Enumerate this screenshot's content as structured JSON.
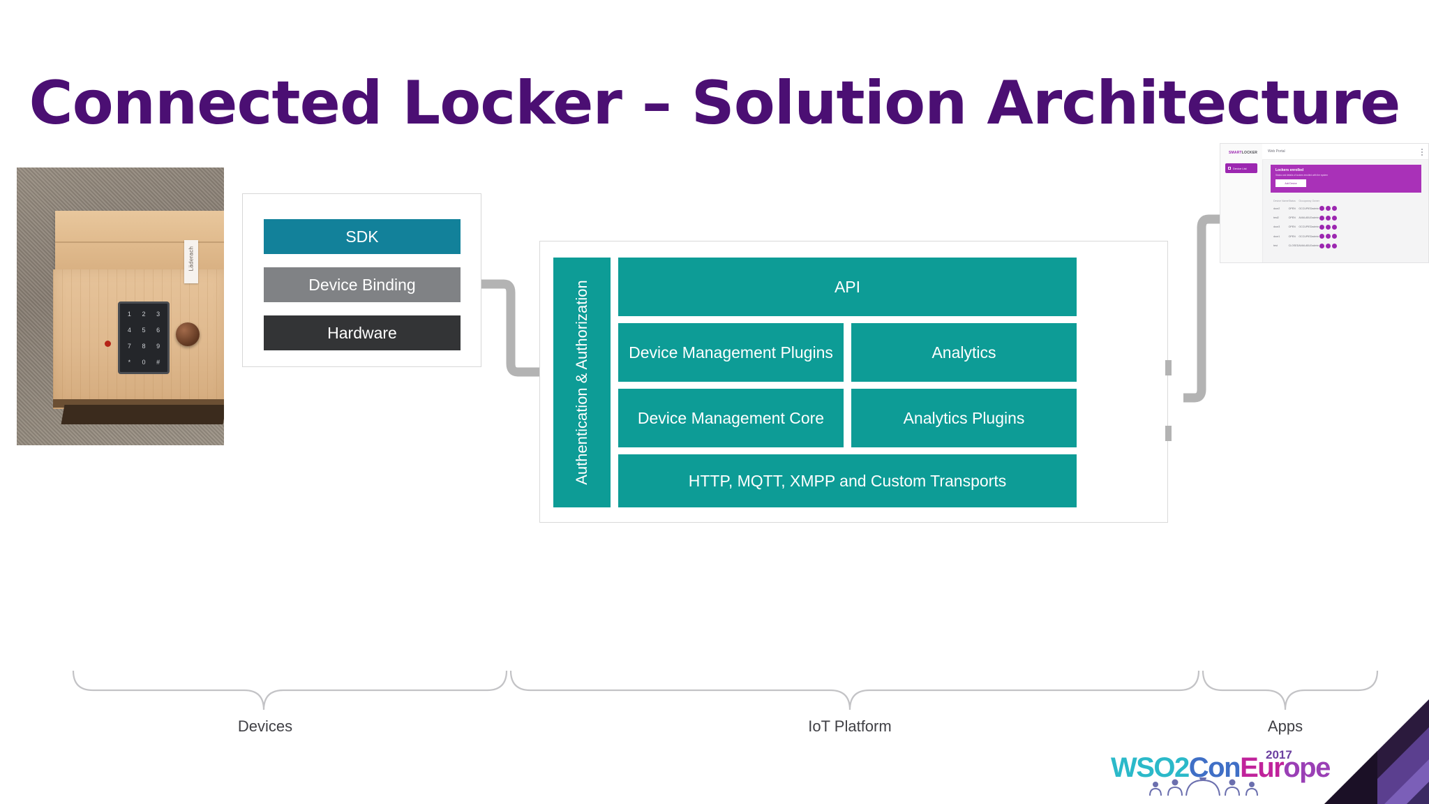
{
  "slide": {
    "title": "Connected Locker – Solution Architecture",
    "background_color": "#ffffff",
    "title_color": "#4B0F73"
  },
  "photo": {
    "name": "connected-locker-photo",
    "alt": "Wooden locker prototype with numeric keypad on carpet",
    "brand_label": "Läderach",
    "keypad_keys": [
      "1",
      "2",
      "3",
      "4",
      "5",
      "6",
      "7",
      "8",
      "9",
      "*",
      "0",
      "#"
    ]
  },
  "device_panel": {
    "boxes": [
      {
        "label": "SDK",
        "color": "#12819a"
      },
      {
        "label": "Device Binding",
        "color": "#808285"
      },
      {
        "label": "Hardware",
        "color": "#333436"
      }
    ]
  },
  "iot_platform": {
    "sidebar_label": "Authentication & Authorization",
    "accent_color": "#0d9c96",
    "tiles": [
      {
        "id": "api",
        "label": "API"
      },
      {
        "id": "device-management-plugins",
        "label": "Device Management Plugins"
      },
      {
        "id": "analytics",
        "label": "Analytics"
      },
      {
        "id": "device-management-core",
        "label": "Device Management Core"
      },
      {
        "id": "analytics-plugins",
        "label": "Analytics Plugins"
      },
      {
        "id": "transports",
        "label": "HTTP, MQTT, XMPP and Custom Transports"
      }
    ]
  },
  "app_screenshot": {
    "brand_prefix": "SMART",
    "brand_suffix": "LOCKER",
    "page_title": "Web Portal",
    "nav_item": "Device List",
    "banner_title": "Lockers enrolled",
    "banner_subtitle": "Status and details of lockers enrolled with the system",
    "banner_button": "Add Device",
    "table_headers": [
      "Device Name",
      "Status",
      "Occupancy",
      "Owner"
    ],
    "table_rows": [
      [
        "door2",
        "OPEN",
        "OCCUPIED",
        "admin"
      ],
      [
        "test2",
        "OPEN",
        "AVAILABLE",
        "admin"
      ],
      [
        "door3",
        "OPEN",
        "OCCUPIED",
        "admin"
      ],
      [
        "door1",
        "OPEN",
        "OCCUPIED",
        "admin"
      ],
      [
        "test",
        "CLOSED",
        "AVAILABLE",
        "admin"
      ]
    ],
    "accent_color": "#9c27b0"
  },
  "braces": {
    "devices": "Devices",
    "platform": "IoT Platform",
    "apps": "Apps"
  },
  "logo": {
    "wso2": "WSO2",
    "con": "Con",
    "eur": "Eur",
    "ope": "ope",
    "year": "2017"
  }
}
